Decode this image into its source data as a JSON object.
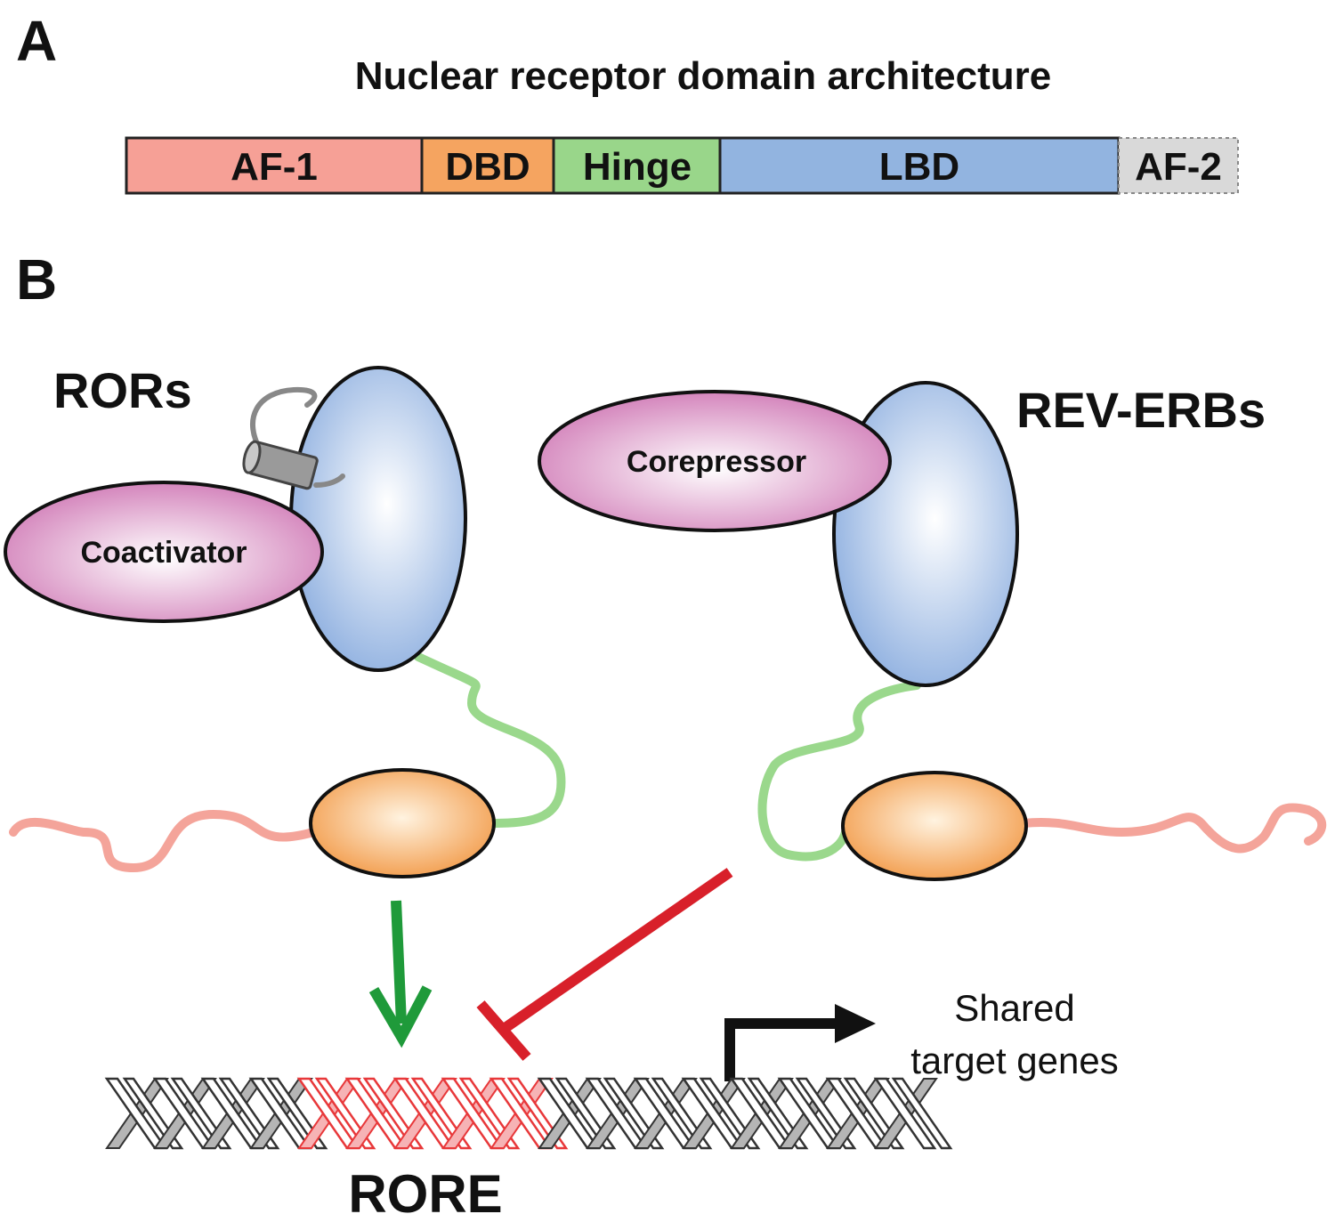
{
  "panel_a": {
    "letter": "A",
    "title": "Nuclear receptor domain architecture",
    "domains": [
      {
        "label": "AF-1",
        "color": "#f6a096"
      },
      {
        "label": "DBD",
        "color": "#f5a460"
      },
      {
        "label": "Hinge",
        "color": "#99d68a"
      },
      {
        "label": "LBD",
        "color": "#92b4e0"
      },
      {
        "label": "AF-2",
        "color": "#d9d9d9"
      }
    ]
  },
  "panel_b": {
    "letter": "B",
    "left_receptor": {
      "label": "RORs",
      "partner": "Coactivator"
    },
    "right_receptor": {
      "label": "REV-ERBs",
      "partner": "Corepressor"
    },
    "element_label": "RORE",
    "target": {
      "line1": "Shared",
      "line2": "target genes"
    }
  },
  "colors": {
    "lbd": "#8fb0e0",
    "dbd": "#f5a055",
    "hinge": "#90d080",
    "af1": "#f0958a",
    "partner": "#d080b8",
    "activation_arrow": "#1f9a3a",
    "repression_bar": "#d8202a",
    "rore_strand": "#e8383a",
    "dna_strand": "#a8a8a8"
  }
}
